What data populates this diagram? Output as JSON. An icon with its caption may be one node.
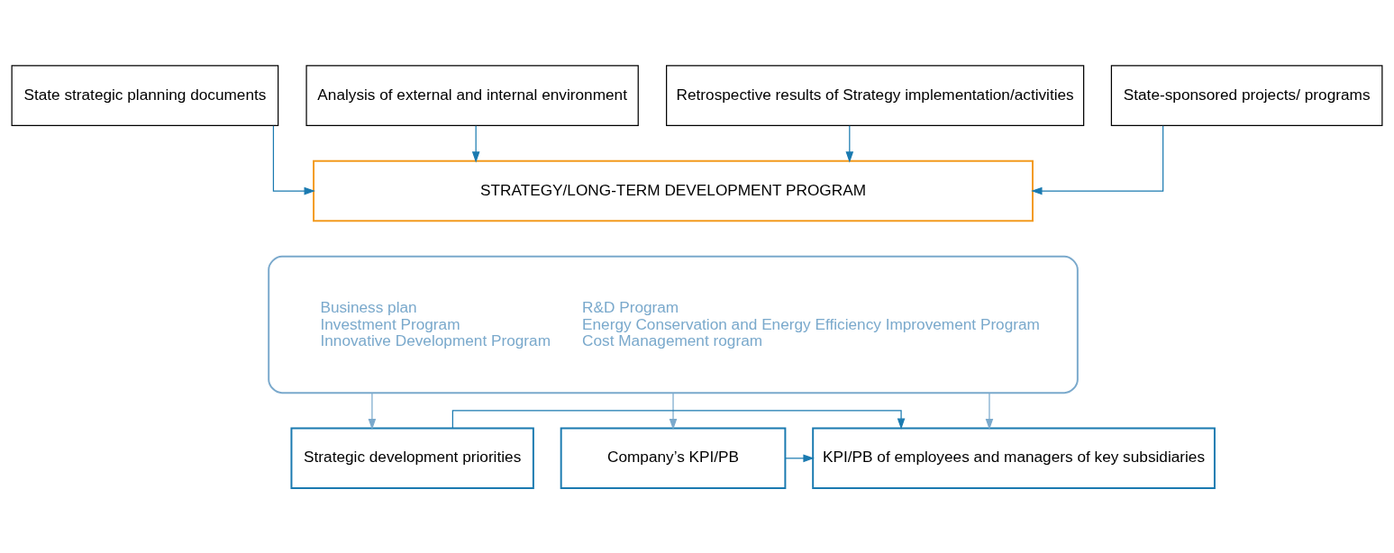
{
  "diagram": {
    "nodes": [
      {
        "text": [
          "State strategic planning documents"
        ]
      },
      {
        "text": [
          "Analysis of external and internal environment"
        ]
      },
      {
        "text": [
          "Retrospective results of Strategy implementation/activities"
        ]
      },
      {
        "text": [
          "State-sponsored projects/ programs"
        ]
      },
      {
        "text": [
          "STRATEGY/LONG-TERM DEVELOPMENT PROGRAM"
        ]
      },
      {
        "text": [
          "Business plan",
          "Investment Program",
          "Innovative Development Program",
          "R&D Program",
          "Energy Conservation and Energy Efficiency Improvement Program",
          "Cost Management rogram"
        ]
      },
      {
        "text": [
          "Strategic development priorities"
        ]
      },
      {
        "text": [
          "Company’s KPI/PB"
        ]
      },
      {
        "text": [
          "KPI/PB of employees and managers of key subsidiaries"
        ]
      }
    ],
    "edges": [
      {
        "from": 0,
        "to": 4,
        "arrow": "to"
      },
      {
        "from": 1,
        "to": 4,
        "arrow": "to"
      },
      {
        "from": 2,
        "to": 4,
        "arrow": "to"
      },
      {
        "from": 3,
        "to": 4,
        "arrow": "to"
      },
      {
        "from": 5,
        "to": 6,
        "arrow": "to",
        "color": "#7aa9cc"
      },
      {
        "from": 5,
        "to": 7,
        "arrow": "to",
        "color": "#7aa9cc"
      },
      {
        "from": 5,
        "to": 8,
        "arrow": "to",
        "color": "#7aa9cc"
      },
      {
        "from": 6,
        "to": 8,
        "arrow": "to"
      },
      {
        "from": 7,
        "to": 8,
        "arrow": "to"
      }
    ]
  }
}
